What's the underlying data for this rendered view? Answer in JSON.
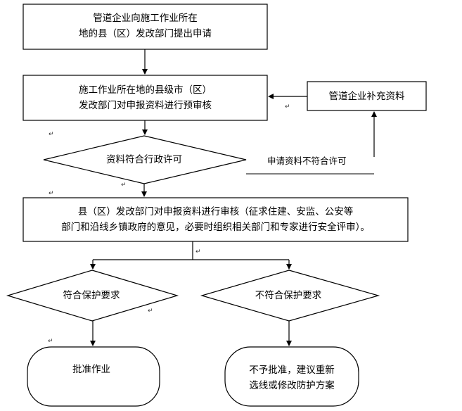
{
  "flowchart": {
    "step1": {
      "line1": "管道企业向施工作业所在",
      "line2": "地的县（区）发改部门提出申请"
    },
    "step2": {
      "line1": "施工作业所在地的县级市（区）",
      "line2": "发改部门对申报资料进行预审核"
    },
    "supplement": {
      "label": "管道企业补充资料"
    },
    "decision1": {
      "label": "资料符合行政许可"
    },
    "reject_note": {
      "label": "申请资料不符合许可"
    },
    "step3": {
      "line1": "县（区）发改部门对申报资料进行审核（征求住建、安监、公安等",
      "line2": "部门和沿线乡镇政府的意见，必要时组织相关部门和专家进行安全评审）。"
    },
    "decision_yes": {
      "label": "符合保护要求"
    },
    "decision_no": {
      "label": "不符合保护要求"
    },
    "approve": {
      "label": "批准作业"
    },
    "deny": {
      "line1": "不予批准，建议重新",
      "line2": "选线或修改防护方案"
    }
  },
  "paragraph_mark": "↵"
}
